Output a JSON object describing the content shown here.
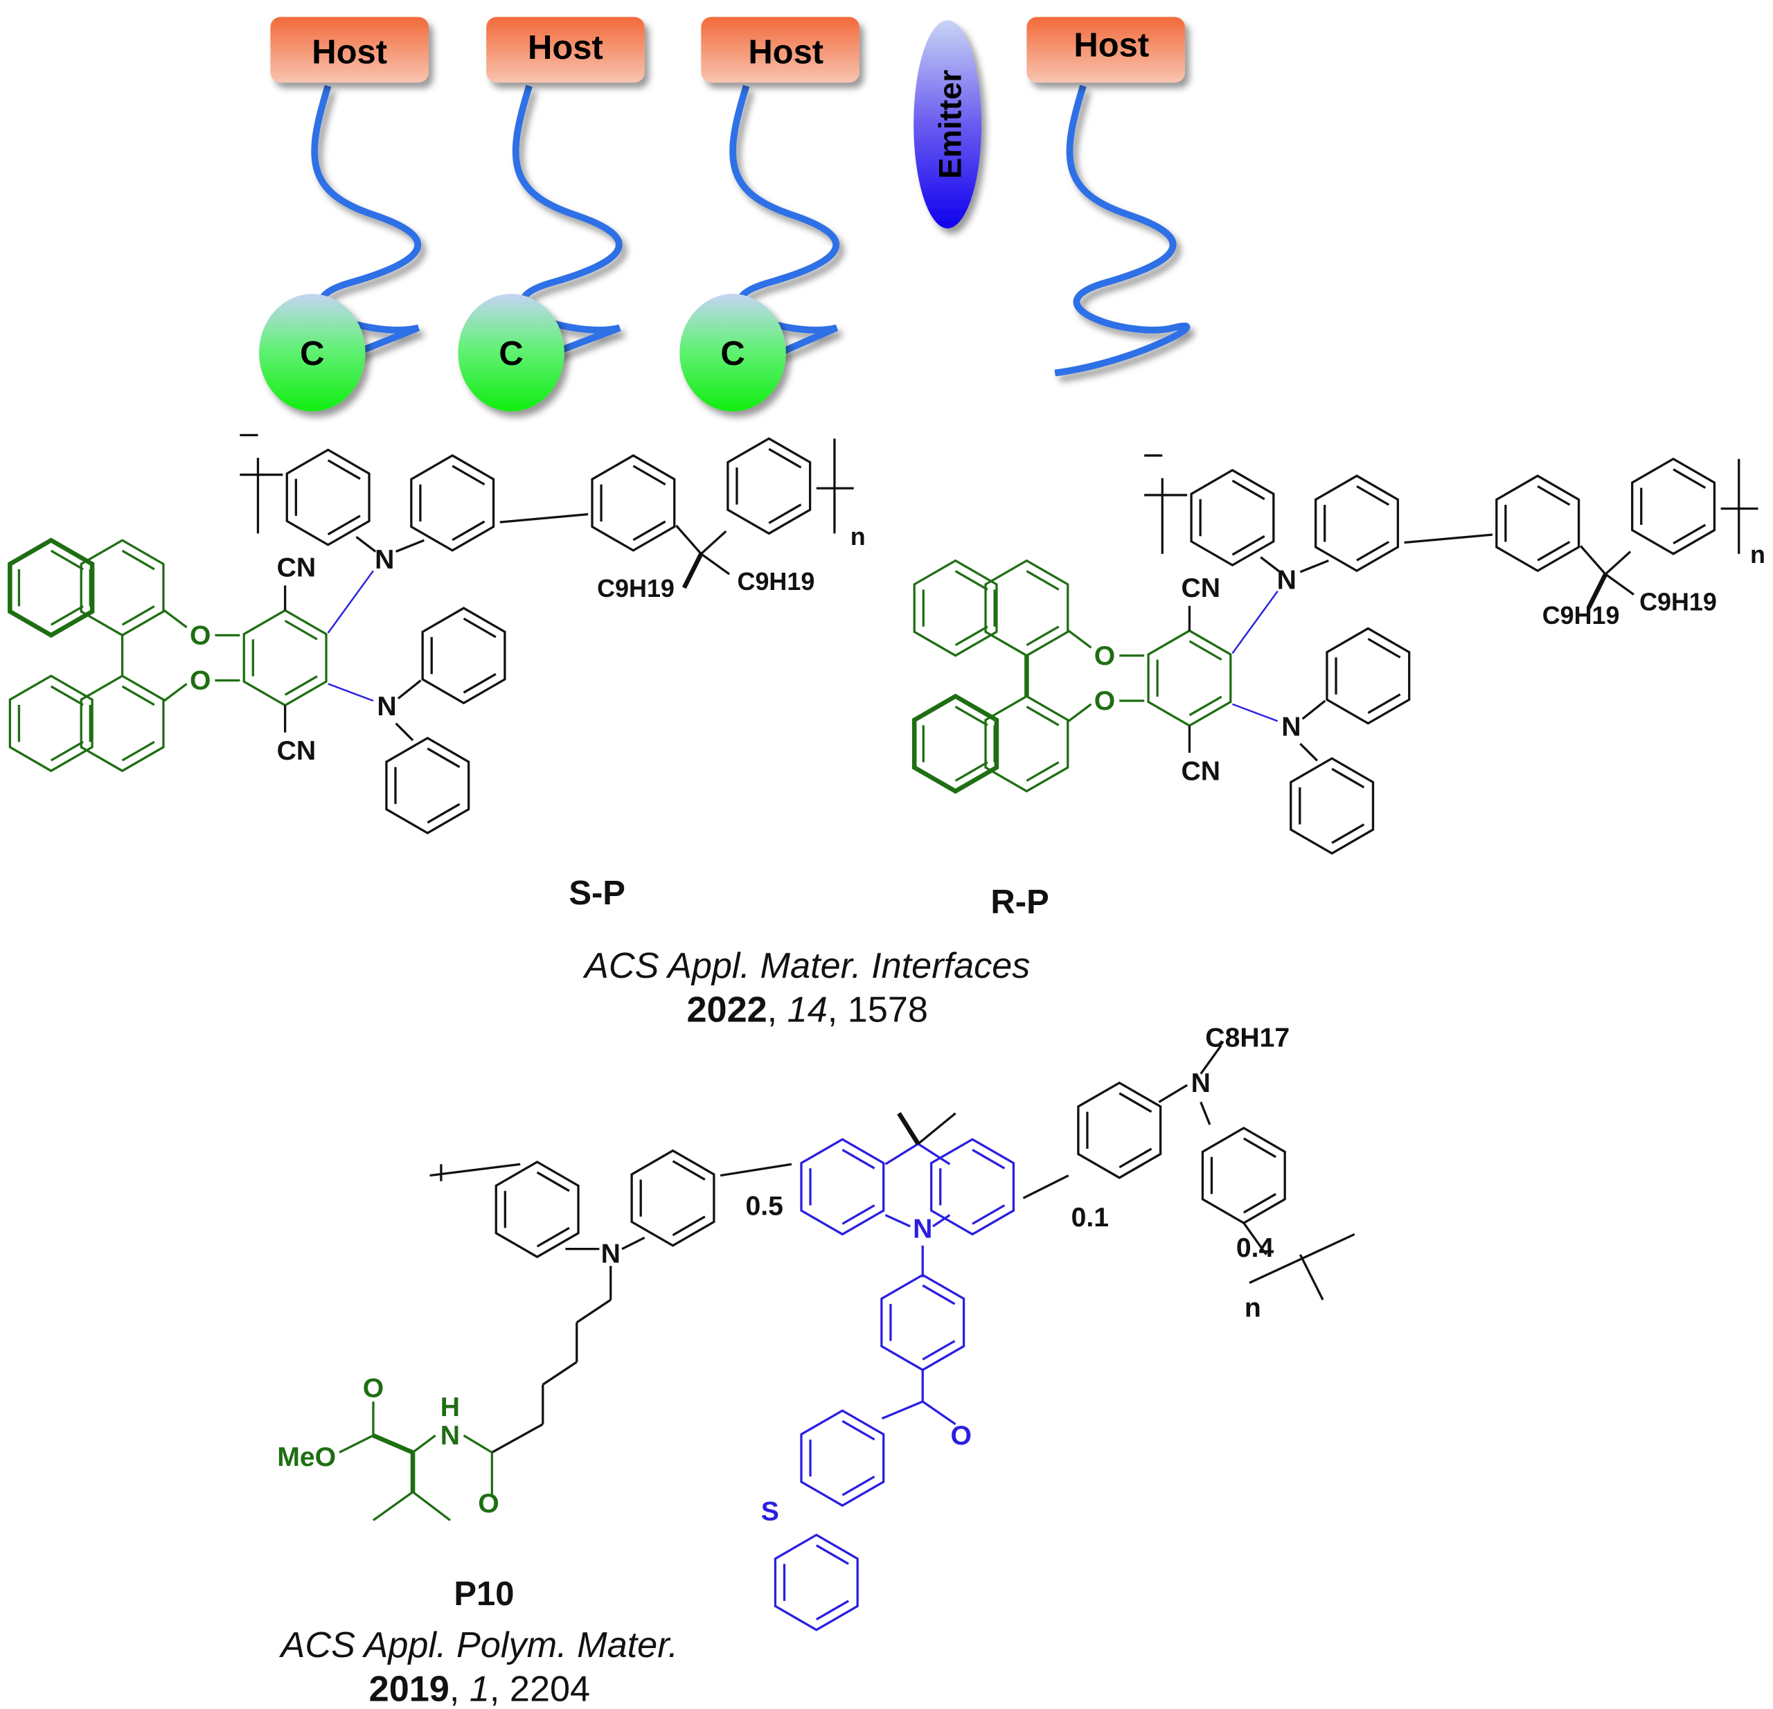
{
  "cartoon": {
    "hosts": [
      "Host",
      "Host",
      "Host",
      "Host"
    ],
    "emitter": "Emitter",
    "chiral_units": [
      "C",
      "C",
      "C"
    ],
    "colors": {
      "host": "#f26a3a",
      "chain": "#2f6fe6",
      "emitter": "#1a10f0",
      "chiral": "#22f022",
      "backbone": "#111111"
    }
  },
  "structures": {
    "sp": {
      "name": "S-P",
      "labels": {
        "cn_top": "CN",
        "cn_bottom": "CN",
        "n1": "N",
        "n2": "N",
        "o1": "O",
        "o2": "O",
        "alkyl1": "C9H19",
        "alkyl2": "C9H19",
        "repeat": "n"
      }
    },
    "rp": {
      "name": "R-P",
      "labels": {
        "cn_top": "CN",
        "cn_bottom": "CN",
        "n1": "N",
        "n2": "N",
        "o1": "O",
        "o2": "O",
        "alkyl1": "C9H19",
        "alkyl2": "C9H19",
        "repeat": "n"
      }
    },
    "p10": {
      "name": "P10",
      "labels": {
        "frac1": "0.5",
        "frac2": "0.1",
        "frac3": "0.4",
        "repeat": "n",
        "alkyl": "C8H17",
        "n_carb": "N",
        "n_acr": "N",
        "n_carb2": "N",
        "meo": "MeO",
        "h": "H",
        "n_amide": "N",
        "o_ester": "O",
        "o_amide": "O",
        "o_ketone": "O",
        "s": "S"
      }
    },
    "colors": {
      "chiral": "#1e6e12",
      "emitter": "#2a1ee0",
      "host": "#111111"
    }
  },
  "citations": {
    "c1": {
      "journal": "ACS Appl. Mater. Interfaces",
      "year": "2022",
      "sep1": ", ",
      "volume": "14",
      "pages": ", 1578"
    },
    "c2": {
      "journal": "ACS Appl. Polym. Mater.",
      "year": "2019",
      "sep1": ", ",
      "volume": "1",
      "pages": ", 2204"
    }
  }
}
